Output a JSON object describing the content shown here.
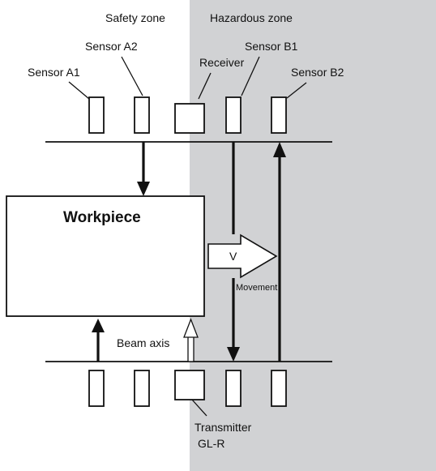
{
  "zones": {
    "safety_label": "Safety zone",
    "hazardous_label": "Hazardous zone",
    "hazardous_color": "#d1d2d4"
  },
  "sensors": {
    "a1_label": "Sensor A1",
    "a2_label": "Sensor A2",
    "b1_label": "Sensor B1",
    "b2_label": "Sensor B2"
  },
  "receiver_label": "Receiver",
  "transmitter": {
    "line1": "Transmitter",
    "line2": "GL-R"
  },
  "workpiece_label": "Workpiece",
  "velocity_label": "V",
  "movement_label": "Movement",
  "beam_axis_label": "Beam axis"
}
